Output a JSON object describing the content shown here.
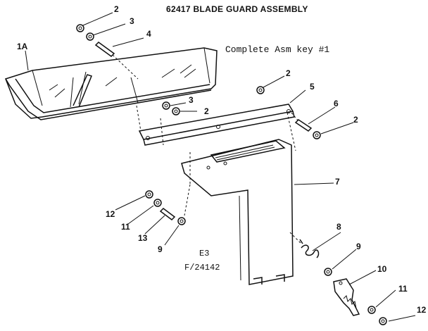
{
  "title": "62417 BLADE GUARD ASSEMBLY",
  "complete_asm": "Complete Asm key #1",
  "code_e3": "E3",
  "code_f": "F/24142",
  "callouts": {
    "c2a": "2",
    "c3a": "3",
    "c4": "4",
    "c1a": "1A",
    "c2b": "2",
    "c5": "5",
    "c3b": "3",
    "c2c": "2",
    "c6": "6",
    "c2d": "2",
    "c7": "7",
    "c12a": "12",
    "c11a": "11",
    "c13": "13",
    "c9a": "9",
    "c8": "8",
    "c9b": "9",
    "c10": "10",
    "c11b": "11",
    "c12b": "12"
  }
}
